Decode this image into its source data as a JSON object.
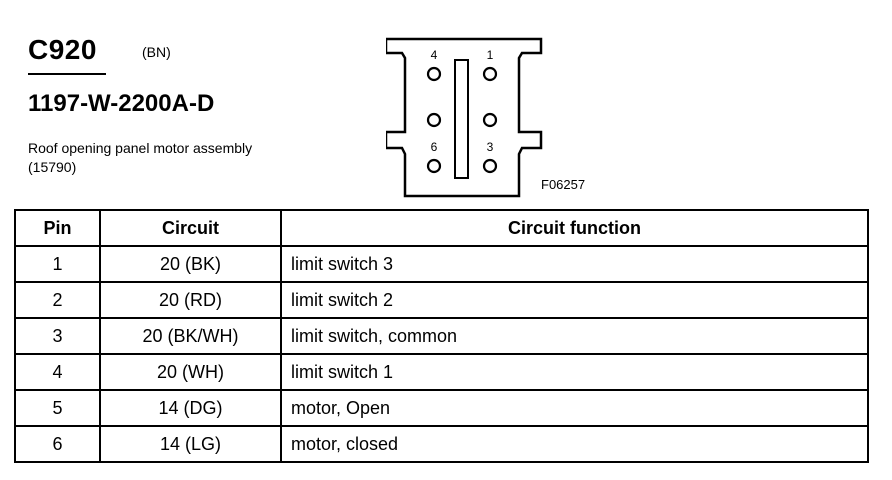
{
  "header": {
    "connector": "C920",
    "color_code": "(BN)",
    "part_number": "1197-W-2200A-D",
    "description_lines": [
      "Roof opening panel motor assembly",
      "(15790)"
    ]
  },
  "diagram": {
    "pin_labels": [
      "4",
      "1",
      "6",
      "3"
    ],
    "figure_code": "F06257"
  },
  "table": {
    "headers": [
      "Pin",
      "Circuit",
      "Circuit function"
    ],
    "rows": [
      [
        "1",
        "20 (BK)",
        "limit switch 3"
      ],
      [
        "2",
        "20 (RD)",
        "limit switch 2"
      ],
      [
        "3",
        "20 (BK/WH)",
        "limit switch, common"
      ],
      [
        "4",
        "20 (WH)",
        "limit switch 1"
      ],
      [
        "5",
        "14 (DG)",
        "motor, Open"
      ],
      [
        "6",
        "14 (LG)",
        "motor, closed"
      ]
    ]
  }
}
